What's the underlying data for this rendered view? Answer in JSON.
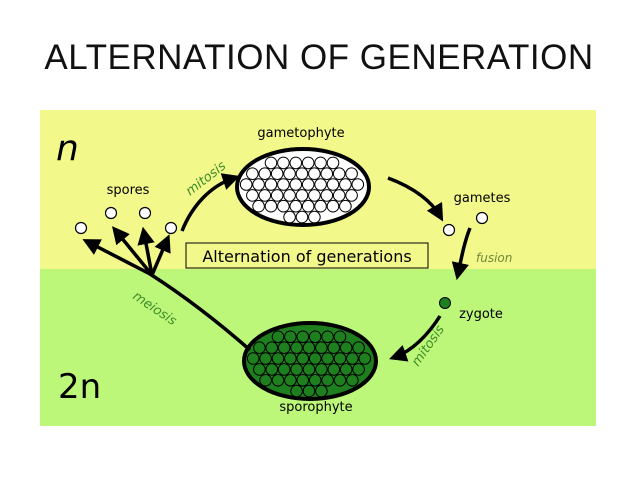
{
  "slide_title": "ALTERNATION OF GENERATION",
  "diagram": {
    "haploid_label": "n",
    "diploid_label": "2n",
    "center_label": "Alternation of generations",
    "labels": {
      "gametophyte": "gametophyte",
      "gametes": "gametes",
      "spores": "spores",
      "zygote": "zygote",
      "sporophyte": "sporophyte"
    },
    "process_labels": {
      "mitosis_top": "mitosis",
      "fusion": "fusion",
      "meiosis": "meiosis",
      "mitosis_bottom": "mitosis"
    },
    "colors": {
      "haploid_band": "#f2f88a",
      "diploid_band": "#bdf77a",
      "process_text": "#3d8c28",
      "fusion_text": "#6f8a3a",
      "zygote": "#1e7f1e",
      "sporophyte_cell": "#1e7f1e",
      "gametophyte_cell": "#ffffff"
    }
  }
}
